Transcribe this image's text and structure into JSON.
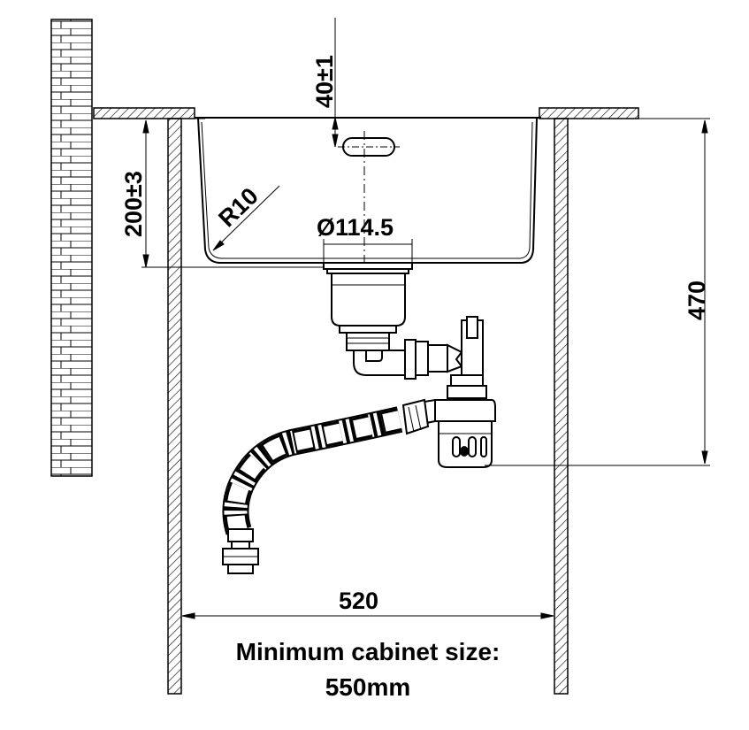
{
  "diagram": {
    "dimensions": {
      "faucet_hole_offset": "40±1",
      "bowl_depth": "200±3",
      "corner_radius": "R10",
      "drain_diameter": "Ø114.5",
      "total_depth": "470",
      "cabinet_inner_width": "520"
    },
    "caption": {
      "line1": "Minimum cabinet size:",
      "line2": "550mm"
    },
    "colors": {
      "line": "#000000",
      "background": "#ffffff"
    }
  }
}
